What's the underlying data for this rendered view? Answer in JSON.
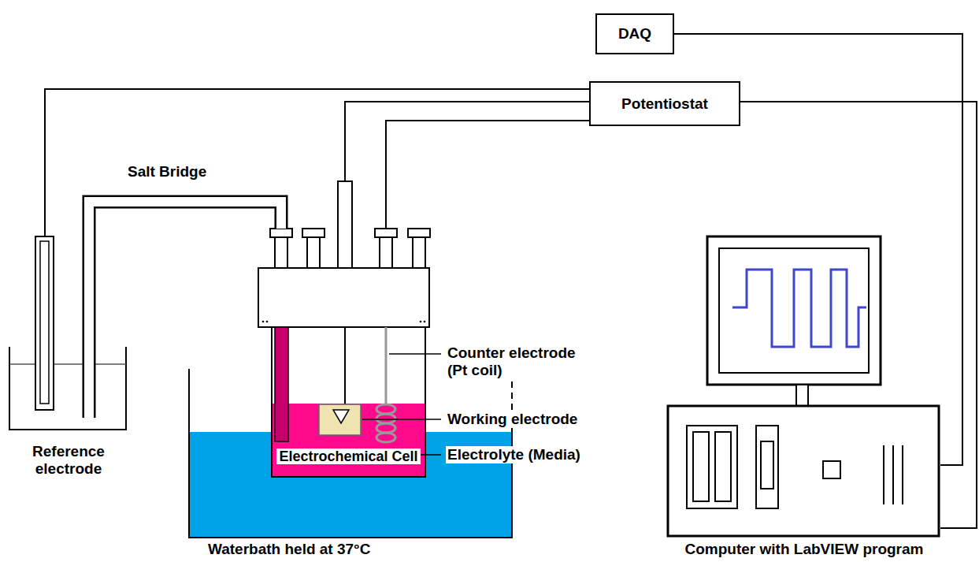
{
  "diagram": {
    "nodes": [
      {
        "text": [
          "DAQ"
        ]
      },
      {
        "text": [
          "Potentiostat"
        ]
      },
      {
        "text": [
          "Reference electrode"
        ]
      },
      {
        "text": [
          "Electrochemical Cell"
        ]
      },
      {
        "text": [
          "Computer with LabVIEW program"
        ]
      }
    ],
    "edges": [
      {
        "from": 0,
        "to": 4,
        "arrow": "none"
      },
      {
        "from": 1,
        "to": 4,
        "arrow": "none"
      },
      {
        "from": 1,
        "to": 2,
        "arrow": "none"
      },
      {
        "from": 1,
        "to": 3,
        "arrow": "none"
      },
      {
        "from": 1,
        "to": 3,
        "arrow": "none"
      },
      {
        "from": 2,
        "to": 3,
        "label": "Salt Bridge",
        "arrow": "none"
      }
    ],
    "labels": [
      "Counter electrode (Pt coil)",
      "Working electrode",
      "Electrolyte (Media)",
      "Waterbath held at 37°C"
    ]
  }
}
